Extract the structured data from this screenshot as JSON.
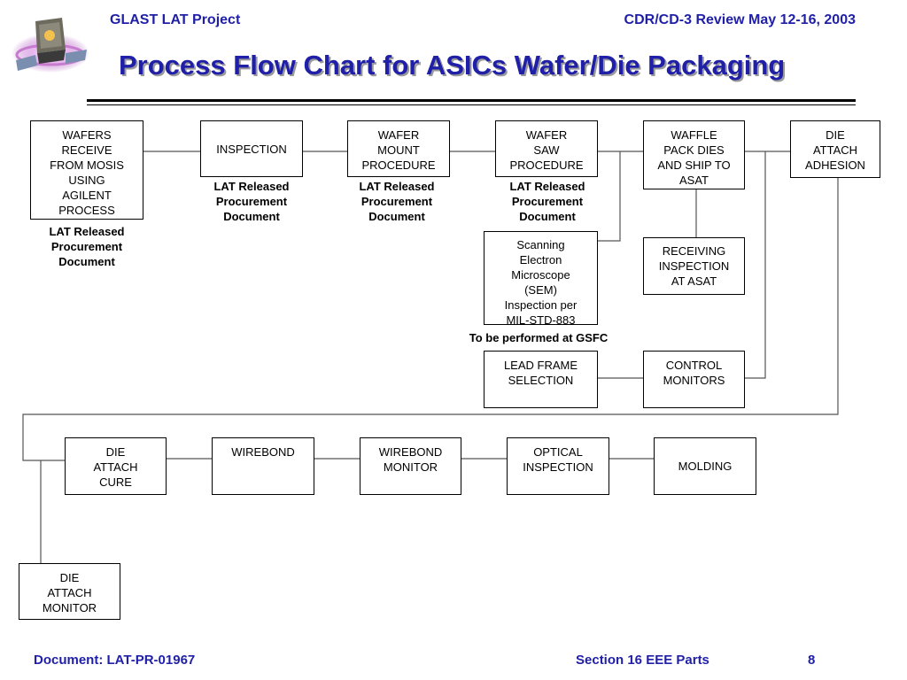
{
  "header": {
    "left": "GLAST LAT Project",
    "right": "CDR/CD-3 Review May 12-16, 2003"
  },
  "title": "Process Flow Chart for ASICs Wafer/Die Packaging",
  "boxes": {
    "wafers_receive": "WAFERS\nRECEIVE\nFROM MOSIS\nUSING\nAGILENT\nPROCESS",
    "inspection": "INSPECTION",
    "wafer_mount": "WAFER\nMOUNT\nPROCEDURE",
    "wafer_saw": "WAFER\nSAW\nPROCEDURE",
    "waffle_pack": "WAFFLE\nPACK DIES\nAND SHIP TO\nASAT",
    "die_attach_adhesion": "DIE\nATTACH\nADHESION",
    "sem": "Scanning\nElectron\nMicroscope\n(SEM)\nInspection per\nMIL-STD-883",
    "receiving_inspection": "RECEIVING\nINSPECTION\nAT ASAT",
    "lead_frame": "LEAD FRAME\nSELECTION",
    "control_monitors": "CONTROL\nMONITORS",
    "die_attach_cure": "DIE\nATTACH\nCURE",
    "wirebond": "WIREBOND",
    "wirebond_monitor": "WIREBOND\nMONITOR",
    "optical_inspection": "OPTICAL\nINSPECTION",
    "molding": "MOLDING",
    "die_attach_monitor": "DIE\nATTACH\nMONITOR"
  },
  "notes": {
    "lat_wafers": "LAT Released\nProcurement\nDocument",
    "lat_inspection": "LAT Released\nProcurement\nDocument",
    "lat_mount": "LAT Released\nProcurement\nDocument",
    "lat_saw": "LAT Released\nProcurement\nDocument",
    "gsfc": "To be performed at GSFC"
  },
  "footer": {
    "document": "Document:  LAT-PR-01967",
    "section": "Section 16  EEE Parts",
    "page": "8"
  },
  "colors": {
    "header_text": "#1f1fa8",
    "box_border": "#000000",
    "connector": "#555555"
  },
  "logo_icon": "glast-satellite-logo"
}
